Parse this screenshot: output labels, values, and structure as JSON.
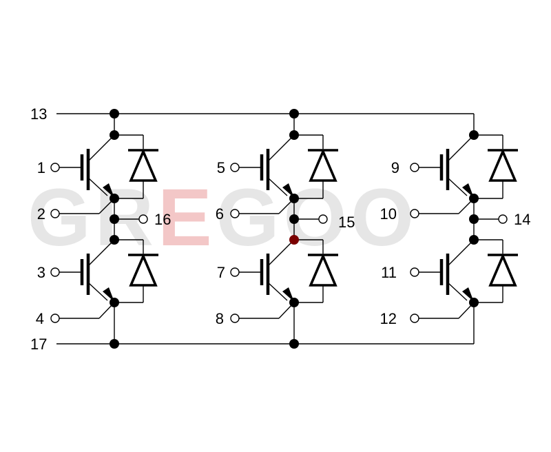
{
  "watermark": {
    "left": "GR",
    "mid": "E",
    "right": "GOO",
    "color": "#e6e6e6",
    "accent": "#f3c7c7"
  },
  "colors": {
    "wire": "#000000",
    "accent_node": "#7a0000"
  },
  "bus_labels": {
    "top": "13",
    "bottom": "17"
  },
  "legs": [
    {
      "upper": {
        "gate": "1",
        "emitter": "2"
      },
      "output": "16",
      "lower": {
        "gate": "3",
        "emitter": "4"
      }
    },
    {
      "upper": {
        "gate": "5",
        "emitter": "6"
      },
      "output": "15",
      "lower": {
        "gate": "7",
        "emitter": "8"
      }
    },
    {
      "upper": {
        "gate": "9",
        "emitter": "10"
      },
      "output": "14",
      "lower": {
        "gate": "11",
        "emitter": "12"
      }
    }
  ]
}
